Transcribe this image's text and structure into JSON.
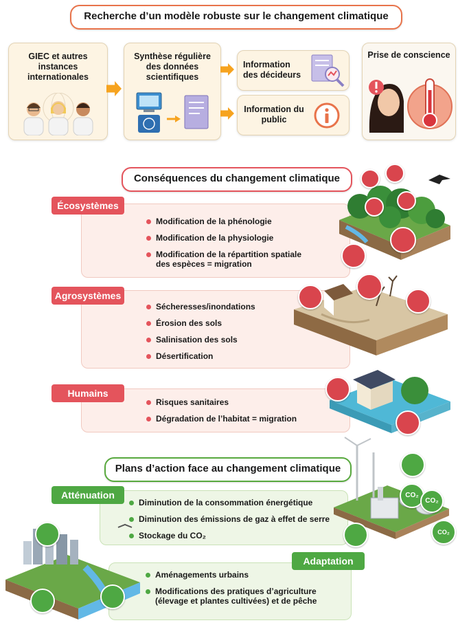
{
  "header": {
    "title": "Recherche d’un modèle robuste sur le changement climatique"
  },
  "top_row": {
    "giec": "GIEC et autres instances internationales",
    "synthese": "Synthèse régulière des données scientifiques",
    "info_decideurs": "Information des décideurs",
    "info_public": "Information du public",
    "prise_conscience": "Prise de conscience"
  },
  "consequences": {
    "title": "Conséquences du changement climatique",
    "sections": [
      {
        "tag": "Écosystèmes",
        "items": [
          "Modification de la phénologie",
          "Modification de la physiologie",
          "Modification de la répartition spatiale des espèces = migration"
        ]
      },
      {
        "tag": "Agrosystèmes",
        "items": [
          "Sécheresses/inondations",
          "Érosion des sols",
          "Salinisation des sols",
          "Désertification"
        ]
      },
      {
        "tag": "Humains",
        "items": [
          "Risques sanitaires",
          "Dégradation de l’habitat = migration"
        ]
      }
    ]
  },
  "plans": {
    "title": "Plans d’action face au changement climatique",
    "attenuation": {
      "tag": "Atténuation",
      "items": [
        "Diminution de la consommation énergétique",
        "Diminution des émissions de gaz à effet de serre",
        "Stockage du CO₂"
      ]
    },
    "adaptation": {
      "tag": "Adaptation",
      "items": [
        "Aménagements urbains",
        "Modifications des pratiques d’agriculture (élevage et plantes cultivées) et de pêche"
      ]
    }
  },
  "co2_labels": [
    "CO₂",
    "CO₂",
    "CO₂"
  ],
  "colors": {
    "accent_orange": "#e8734a",
    "red": "#e4545c",
    "green": "#4ea843",
    "pink_bg": "#fdeeea",
    "green_bg": "#eef6e6",
    "card_bg": "#fdf4e3"
  }
}
